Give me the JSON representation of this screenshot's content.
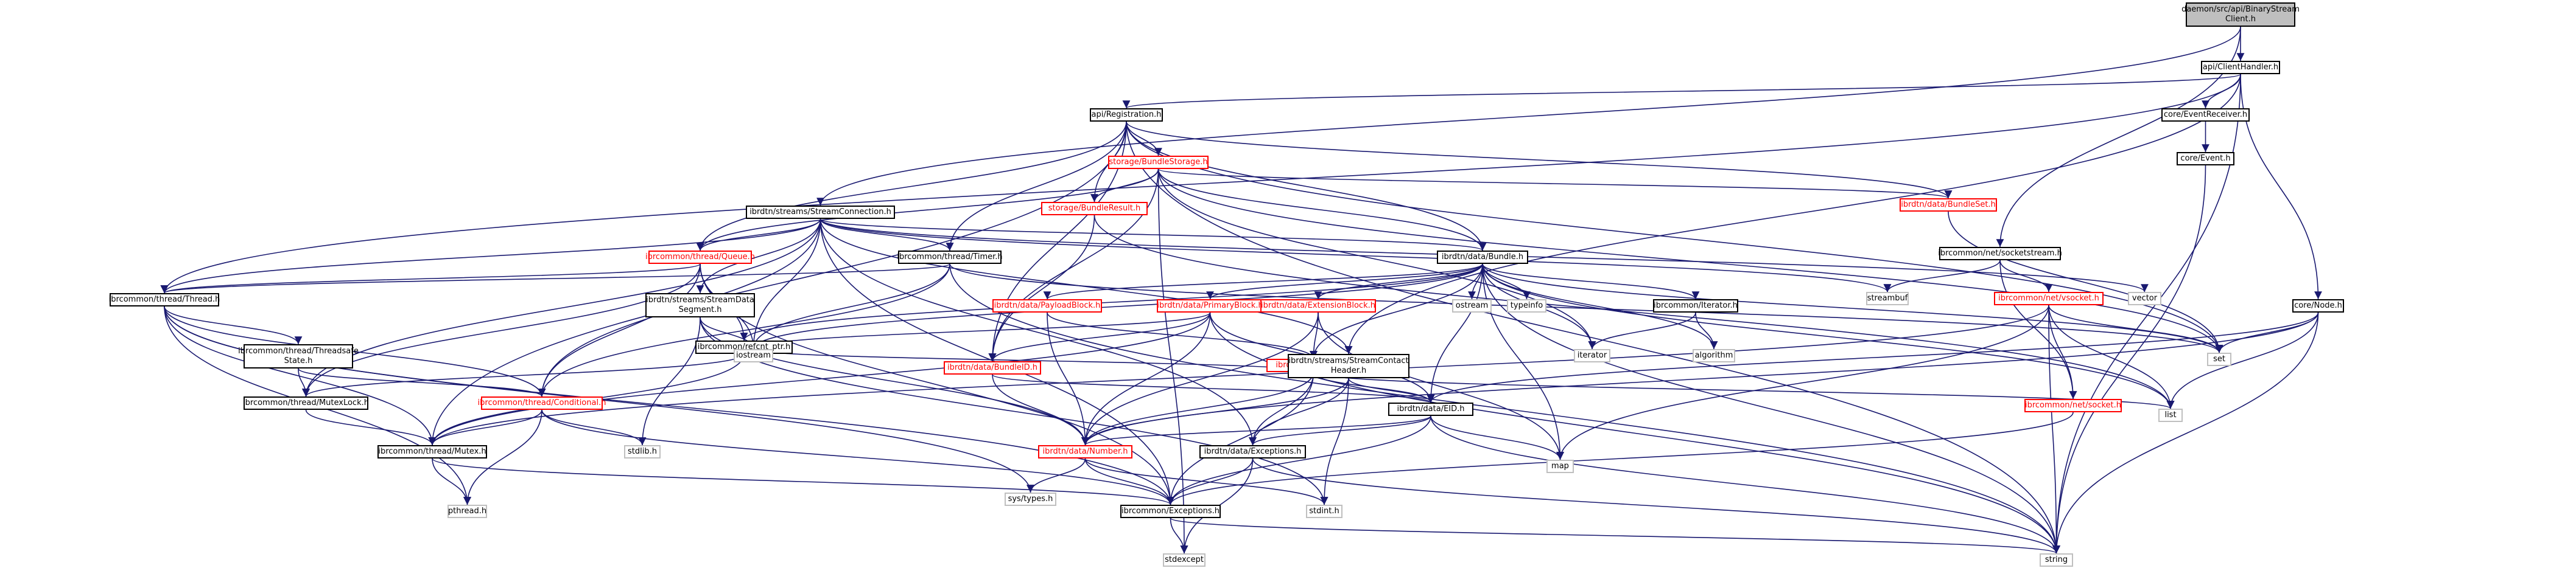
{
  "colors": {
    "edge": "#191970",
    "node_border": "#000000",
    "node_red": "#ff0000",
    "root_fill": "#bfbfbf",
    "external_border": "#bfbfbf"
  },
  "nodes": [
    {
      "id": "root",
      "label": "daemon/src/api/BinaryStream\nClient.h",
      "style": "root"
    },
    {
      "id": "clienthandler",
      "label": "api/ClientHandler.h",
      "style": "normal"
    },
    {
      "id": "registration",
      "label": "api/Registration.h",
      "style": "normal"
    },
    {
      "id": "eventreceiver",
      "label": "core/EventReceiver.h",
      "style": "normal"
    },
    {
      "id": "event",
      "label": "core/Event.h",
      "style": "normal"
    },
    {
      "id": "bundlestorage",
      "label": "storage/BundleStorage.h",
      "style": "red"
    },
    {
      "id": "bundleset",
      "label": "ibrdtn/data/BundleSet.h",
      "style": "red"
    },
    {
      "id": "bundleresult",
      "label": "storage/BundleResult.h",
      "style": "red"
    },
    {
      "id": "streamconnection",
      "label": "ibrdtn/streams/StreamConnection.h",
      "style": "normal"
    },
    {
      "id": "socketstream",
      "label": "ibrcommon/net/socketstream.h",
      "style": "normal"
    },
    {
      "id": "queue",
      "label": "ibrcommon/thread/Queue.h",
      "style": "red"
    },
    {
      "id": "timer",
      "label": "ibrcommon/thread/Timer.h",
      "style": "normal"
    },
    {
      "id": "bundle",
      "label": "ibrdtn/data/Bundle.h",
      "style": "normal"
    },
    {
      "id": "vsocket",
      "label": "ibrcommon/net/vsocket.h",
      "style": "red"
    },
    {
      "id": "streambuf",
      "label": "streambuf",
      "style": "ext"
    },
    {
      "id": "vector",
      "label": "vector",
      "style": "ext"
    },
    {
      "id": "thread",
      "label": "ibrcommon/thread/Thread.h",
      "style": "normal"
    },
    {
      "id": "streamdatasegment",
      "label": "ibrdtn/streams/StreamData\nSegment.h",
      "style": "normal"
    },
    {
      "id": "refcntptr",
      "label": "ibrcommon/refcnt_ptr.h",
      "style": "normal"
    },
    {
      "id": "payloadblock",
      "label": "ibrdtn/data/PayloadBlock.h",
      "style": "red"
    },
    {
      "id": "primaryblock",
      "label": "ibrdtn/data/PrimaryBlock.h",
      "style": "red"
    },
    {
      "id": "extensionblock",
      "label": "ibrdtn/data/ExtensionBlock.h",
      "style": "red"
    },
    {
      "id": "ostream",
      "label": "ostream",
      "style": "ext"
    },
    {
      "id": "typeinfo",
      "label": "typeinfo",
      "style": "ext"
    },
    {
      "id": "iterator",
      "label": "ibrcommon/Iterator.h",
      "style": "normal"
    },
    {
      "id": "core_node",
      "label": "core/Node.h",
      "style": "normal"
    },
    {
      "id": "threadsafestate",
      "label": "ibrcommon/thread/Threadsafe\nState.h",
      "style": "normal"
    },
    {
      "id": "iostream",
      "label": "iostream",
      "style": "ext"
    },
    {
      "id": "bundleid",
      "label": "ibrdtn/data/BundleID.h",
      "style": "red"
    },
    {
      "id": "block",
      "label": "ibrdtn/data/Block.h",
      "style": "red"
    },
    {
      "id": "streamcontactheader",
      "label": "ibrdtn/streams/StreamContact\nHeader.h",
      "style": "normal"
    },
    {
      "id": "algorithm",
      "label": "algorithm",
      "style": "ext"
    },
    {
      "id": "iterator_std",
      "label": "iterator",
      "style": "ext"
    },
    {
      "id": "set",
      "label": "set",
      "style": "ext"
    },
    {
      "id": "vsocket_net",
      "label": "ibrcommon/net/socket.h",
      "style": "red"
    },
    {
      "id": "mutexlock",
      "label": "ibrcommon/thread/MutexLock.h",
      "style": "normal"
    },
    {
      "id": "conditional",
      "label": "ibrcommon/thread/Conditional.h",
      "style": "red"
    },
    {
      "id": "eid",
      "label": "ibrdtn/data/EID.h",
      "style": "normal"
    },
    {
      "id": "list",
      "label": "list",
      "style": "ext"
    },
    {
      "id": "mutex",
      "label": "ibrcommon/thread/Mutex.h",
      "style": "normal"
    },
    {
      "id": "stdlib",
      "label": "stdlib.h",
      "style": "ext"
    },
    {
      "id": "number",
      "label": "ibrdtn/data/Number.h",
      "style": "red"
    },
    {
      "id": "dtnexceptions",
      "label": "ibrdtn/data/Exceptions.h",
      "style": "normal"
    },
    {
      "id": "map",
      "label": "map",
      "style": "ext"
    },
    {
      "id": "systypes",
      "label": "sys/types.h",
      "style": "ext"
    },
    {
      "id": "stdint",
      "label": "stdint.h",
      "style": "ext"
    },
    {
      "id": "exceptions",
      "label": "ibrcommon/Exceptions.h",
      "style": "normal"
    },
    {
      "id": "pthread",
      "label": "pthread.h",
      "style": "ext"
    },
    {
      "id": "stdexcept",
      "label": "stdexcept",
      "style": "ext"
    },
    {
      "id": "string",
      "label": "string",
      "style": "ext"
    }
  ],
  "edges": [
    [
      "root",
      "clienthandler"
    ],
    [
      "root",
      "streamconnection"
    ],
    [
      "root",
      "socketstream"
    ],
    [
      "clienthandler",
      "registration"
    ],
    [
      "clienthandler",
      "eventreceiver"
    ],
    [
      "clienthandler",
      "core_node"
    ],
    [
      "clienthandler",
      "streamcontactheader"
    ],
    [
      "clienthandler",
      "string"
    ],
    [
      "clienthandler",
      "thread"
    ],
    [
      "eventreceiver",
      "event"
    ],
    [
      "event",
      "string"
    ],
    [
      "registration",
      "bundlestorage"
    ],
    [
      "registration",
      "bundleset"
    ],
    [
      "registration",
      "bundleresult"
    ],
    [
      "registration",
      "queue"
    ],
    [
      "registration",
      "timer"
    ],
    [
      "registration",
      "bundle"
    ],
    [
      "registration",
      "bundleid"
    ],
    [
      "registration",
      "mutex"
    ],
    [
      "registration",
      "set"
    ],
    [
      "registration",
      "string"
    ],
    [
      "bundlestorage",
      "bundleresult"
    ],
    [
      "bundlestorage",
      "bundle"
    ],
    [
      "bundlestorage",
      "bundleid"
    ],
    [
      "bundlestorage",
      "bundleset"
    ],
    [
      "bundlestorage",
      "iterator_std"
    ],
    [
      "bundlestorage",
      "set"
    ],
    [
      "bundlestorage",
      "stdexcept"
    ],
    [
      "bundlestorage",
      "queue"
    ],
    [
      "bundleset",
      "set"
    ],
    [
      "bundleresult",
      "bundleid"
    ],
    [
      "bundleresult",
      "list"
    ],
    [
      "streamconnection",
      "queue"
    ],
    [
      "streamconnection",
      "timer"
    ],
    [
      "streamconnection",
      "bundle"
    ],
    [
      "streamconnection",
      "streamdatasegment"
    ],
    [
      "streamconnection",
      "streamcontactheader"
    ],
    [
      "streamconnection",
      "exceptions"
    ],
    [
      "streamconnection",
      "dtnexceptions"
    ],
    [
      "streamconnection",
      "iostream"
    ],
    [
      "streamconnection",
      "streambuf"
    ],
    [
      "streamconnection",
      "vector"
    ],
    [
      "streamconnection",
      "mutexlock"
    ],
    [
      "streamconnection",
      "thread"
    ],
    [
      "streamconnection",
      "conditional"
    ],
    [
      "socketstream",
      "vsocket"
    ],
    [
      "socketstream",
      "vsocket_net"
    ],
    [
      "socketstream",
      "streambuf"
    ],
    [
      "queue",
      "thread"
    ],
    [
      "queue",
      "mutexlock"
    ],
    [
      "queue",
      "conditional"
    ],
    [
      "queue",
      "exceptions"
    ],
    [
      "queue",
      "iostream"
    ],
    [
      "queue",
      "refcntptr"
    ],
    [
      "timer",
      "thread"
    ],
    [
      "timer",
      "conditional"
    ],
    [
      "timer",
      "iostream"
    ],
    [
      "timer",
      "set"
    ],
    [
      "timer",
      "string"
    ],
    [
      "bundle",
      "payloadblock"
    ],
    [
      "bundle",
      "primaryblock"
    ],
    [
      "bundle",
      "extensionblock"
    ],
    [
      "bundle",
      "block"
    ],
    [
      "bundle",
      "eid"
    ],
    [
      "bundle",
      "ostream"
    ],
    [
      "bundle",
      "typeinfo"
    ],
    [
      "bundle",
      "iterator"
    ],
    [
      "bundle",
      "iterator_std"
    ],
    [
      "bundle",
      "algorithm"
    ],
    [
      "bundle",
      "list"
    ],
    [
      "bundle",
      "set"
    ],
    [
      "bundle",
      "map"
    ],
    [
      "bundle",
      "string"
    ],
    [
      "bundle",
      "refcntptr"
    ],
    [
      "bundle",
      "iostream"
    ],
    [
      "vsocket",
      "vsocket_net"
    ],
    [
      "vsocket",
      "mutex"
    ],
    [
      "vsocket",
      "list"
    ],
    [
      "vsocket",
      "set"
    ],
    [
      "vsocket",
      "map"
    ],
    [
      "vsocket",
      "string"
    ],
    [
      "thread",
      "threadsafestate"
    ],
    [
      "thread",
      "mutex"
    ],
    [
      "thread",
      "conditional"
    ],
    [
      "thread",
      "exceptions"
    ],
    [
      "thread",
      "pthread"
    ],
    [
      "thread",
      "systypes"
    ],
    [
      "streamdatasegment",
      "number"
    ],
    [
      "streamdatasegment",
      "iostream"
    ],
    [
      "streamdatasegment",
      "stdlib"
    ],
    [
      "streamdatasegment",
      "stdint"
    ],
    [
      "refcntptr",
      "mutex"
    ],
    [
      "refcntptr",
      "mutexlock"
    ],
    [
      "payloadblock",
      "block"
    ],
    [
      "payloadblock",
      "number"
    ],
    [
      "primaryblock",
      "bundleid"
    ],
    [
      "primaryblock",
      "eid"
    ],
    [
      "primaryblock",
      "number"
    ],
    [
      "primaryblock",
      "mutex"
    ],
    [
      "primaryblock",
      "iostream"
    ],
    [
      "primaryblock",
      "string"
    ],
    [
      "extensionblock",
      "block"
    ],
    [
      "extensionblock",
      "number"
    ],
    [
      "extensionblock",
      "map"
    ],
    [
      "iterator",
      "iterator_std"
    ],
    [
      "iterator",
      "algorithm"
    ],
    [
      "core_node",
      "eid"
    ],
    [
      "core_node",
      "set"
    ],
    [
      "core_node",
      "list"
    ],
    [
      "core_node",
      "string"
    ],
    [
      "core_node",
      "number"
    ],
    [
      "threadsafestate",
      "mutexlock"
    ],
    [
      "threadsafestate",
      "conditional"
    ],
    [
      "bundleid",
      "number"
    ],
    [
      "bundleid",
      "eid"
    ],
    [
      "block",
      "number"
    ],
    [
      "block",
      "eid"
    ],
    [
      "block",
      "dtnexceptions"
    ],
    [
      "block",
      "list"
    ],
    [
      "block",
      "exceptions"
    ],
    [
      "block",
      "iostream"
    ],
    [
      "streamcontactheader",
      "eid"
    ],
    [
      "streamcontactheader",
      "number"
    ],
    [
      "streamcontactheader",
      "dtnexceptions"
    ],
    [
      "streamcontactheader",
      "stdint"
    ],
    [
      "vsocket_net",
      "exceptions"
    ],
    [
      "mutexlock",
      "mutex"
    ],
    [
      "conditional",
      "mutex"
    ],
    [
      "conditional",
      "exceptions"
    ],
    [
      "conditional",
      "stdlib"
    ],
    [
      "conditional",
      "pthread"
    ],
    [
      "eid",
      "number"
    ],
    [
      "eid",
      "dtnexceptions"
    ],
    [
      "eid",
      "exceptions"
    ],
    [
      "eid",
      "map"
    ],
    [
      "eid",
      "string"
    ],
    [
      "mutex",
      "exceptions"
    ],
    [
      "mutex",
      "pthread"
    ],
    [
      "number",
      "systypes"
    ],
    [
      "number",
      "stdint"
    ],
    [
      "number",
      "exceptions"
    ],
    [
      "dtnexceptions",
      "exceptions"
    ],
    [
      "dtnexceptions",
      "string"
    ],
    [
      "dtnexceptions",
      "stdexcept"
    ],
    [
      "exceptions",
      "stdexcept"
    ],
    [
      "exceptions",
      "string"
    ]
  ]
}
